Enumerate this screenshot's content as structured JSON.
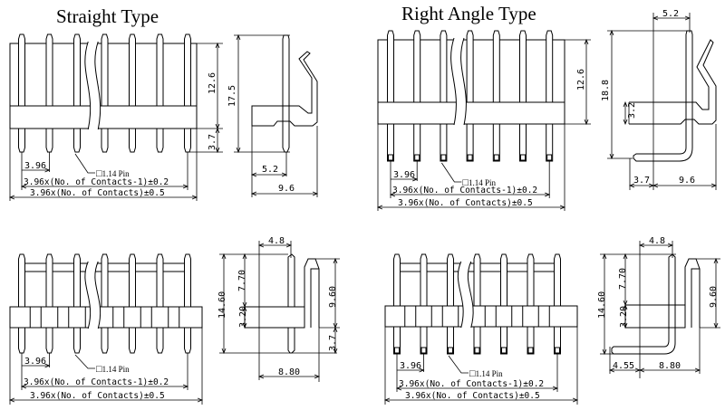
{
  "titles": {
    "straight": "Straight Type",
    "right_angle": "Right Angle Type"
  },
  "pin_note": {
    "symbol": "□",
    "text": "1.14 Pin"
  },
  "pitch": "3.96",
  "pitch_formula": "3.96x(No. of Contacts-1)±0.2",
  "total_formula": "3.96x(No. of Contacts)±0.5",
  "views": {
    "straight_top": {
      "height_above": "12.6",
      "height_below": "3.7",
      "side_total_height": "17.5",
      "side_pin_offset": "5.2",
      "side_width": "9.6"
    },
    "right_angle_top": {
      "top_offset": "5.2",
      "height_above": "12.6",
      "side_total_height": "18.8",
      "side_body_height": "3.2",
      "side_tail": "3.7",
      "side_width": "9.6"
    },
    "straight_bottom": {
      "top_width": "4.8",
      "total_height": "14.60",
      "upper_height": "7.70",
      "body_height": "3.20",
      "latch_height": "9.60",
      "lower_height": "3.7",
      "side_width": "8.80"
    },
    "right_angle_bottom": {
      "top_width": "4.8",
      "total_height": "14.60",
      "upper_height": "7.70",
      "body_height": "3.20",
      "latch_height": "9.60",
      "tail": "4.55",
      "side_width": "8.80"
    }
  },
  "pin_count_shown": 7
}
